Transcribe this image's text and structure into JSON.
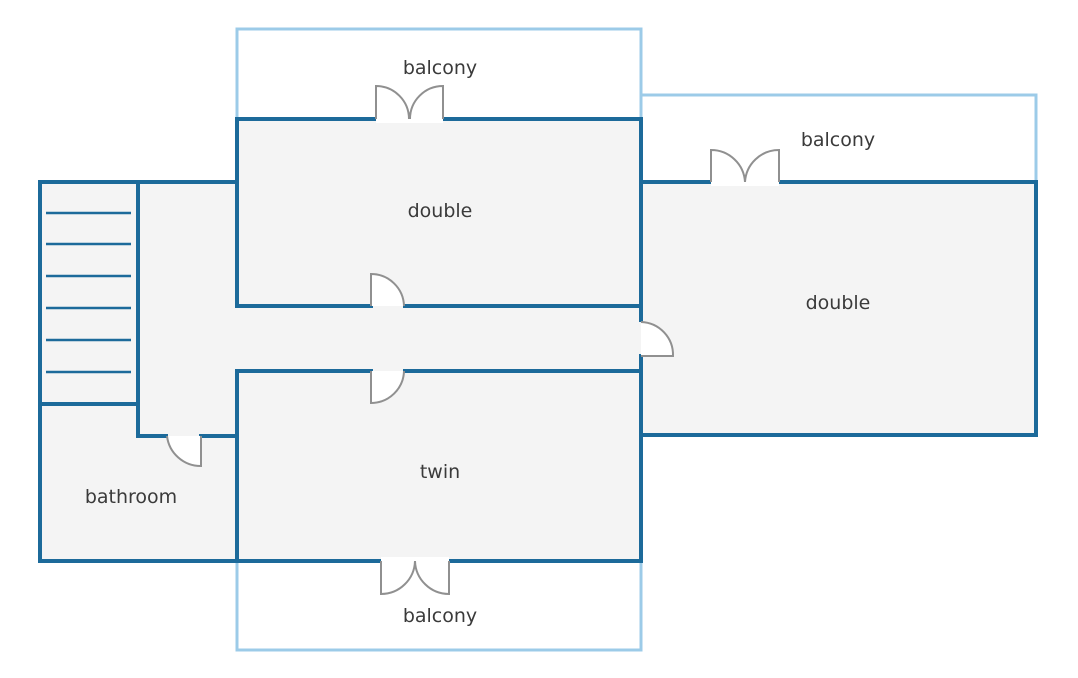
{
  "colors": {
    "background": "#ffffff",
    "floor": "#f4f4f4",
    "wall": "#1c6a9a",
    "balcony_outline": "#9ccbe8",
    "door": "#909090",
    "text": "#3a3a3a"
  },
  "labels": {
    "balcony_top": "balcony",
    "balcony_right": "balcony",
    "balcony_bottom": "balcony",
    "double_top": "double",
    "double_right": "double",
    "twin": "twin",
    "bathroom": "bathroom"
  },
  "icons": {
    "single_door": "door-swing-icon",
    "double_door": "double-door-icon",
    "stairs": "stairs-icon"
  }
}
